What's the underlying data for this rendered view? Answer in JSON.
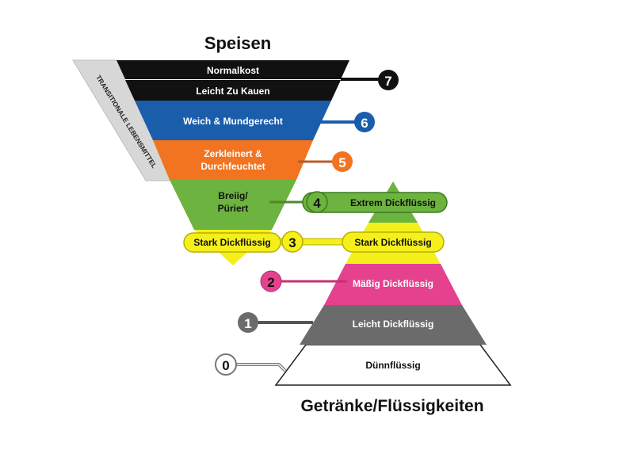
{
  "titles": {
    "top": "Speisen",
    "bottom": "Getränke/Flüssigkeiten"
  },
  "side_label": "TRANSITIONALE LEBENSMITTEL",
  "food_levels": {
    "l7a": "Normalkost",
    "l7b": "Leicht Zu Kauen",
    "l6": "Weich & Mundgerecht",
    "l5_line1": "Zerkleinert &",
    "l5_line2": "Durchfeuchtet",
    "l4_line1": "Breiig/",
    "l4_line2": "Püriert",
    "l3": "Stark Dickflüssig"
  },
  "drink_levels": {
    "d4": "Extrem Dickflüssig",
    "d3": "Stark Dickflüssig",
    "d2": "Mäßig Dickflüssig",
    "d1": "Leicht Dickflüssig",
    "d0": "Dünnflüssig"
  },
  "numbers": {
    "n7": "7",
    "n6": "6",
    "n5": "5",
    "n4": "4",
    "n3": "3",
    "n2": "2",
    "n1": "1",
    "n0": "0"
  },
  "colors": {
    "black": "#111111",
    "blue": "#1a5eab",
    "orange": "#f27420",
    "green": "#6db33f",
    "yellow": "#f5ef1b",
    "pink": "#e5418f",
    "grey": "#6b6b6b",
    "white": "#ffffff",
    "side_band": "#d7d7d7"
  }
}
